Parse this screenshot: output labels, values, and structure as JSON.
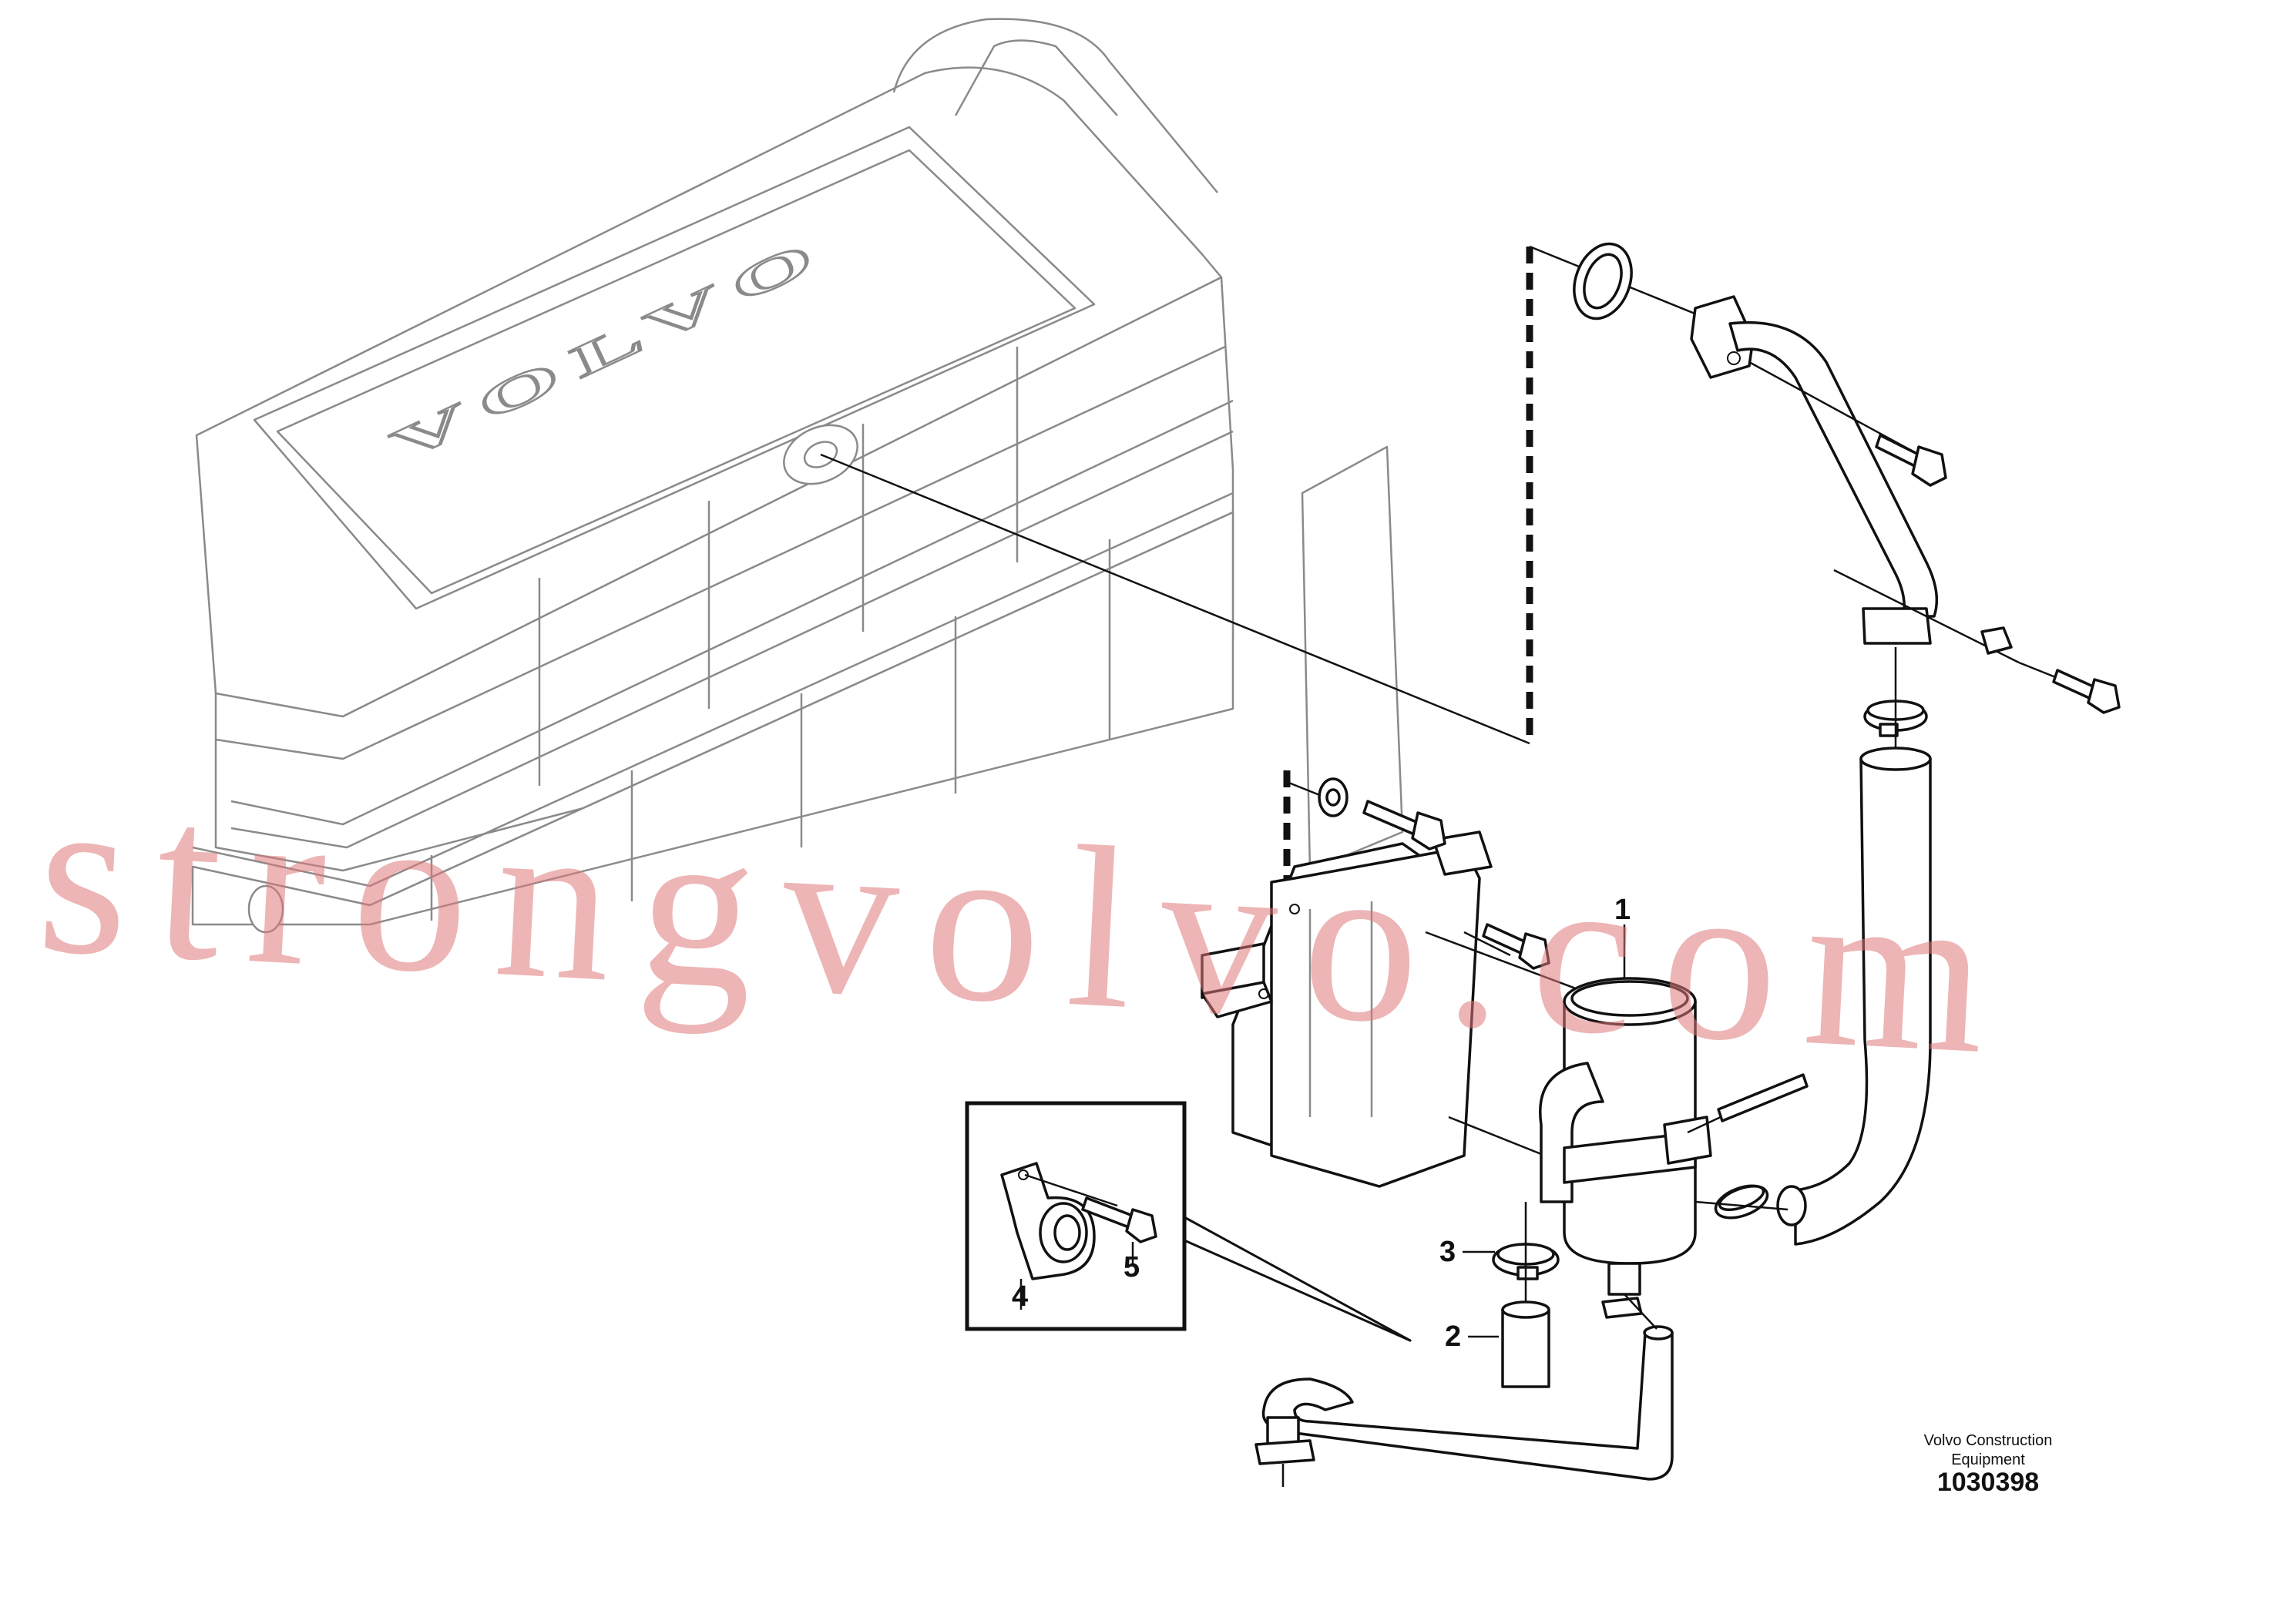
{
  "engine": {
    "brand_text": "VOLVO"
  },
  "callouts": [
    {
      "number": "1"
    },
    {
      "number": "2"
    },
    {
      "number": "3"
    },
    {
      "number": "4"
    },
    {
      "number": "5"
    }
  ],
  "credit": {
    "line1": "Volvo Construction",
    "line2": "Equipment"
  },
  "document_number": "1030398",
  "watermark": "strongvolvo.com"
}
